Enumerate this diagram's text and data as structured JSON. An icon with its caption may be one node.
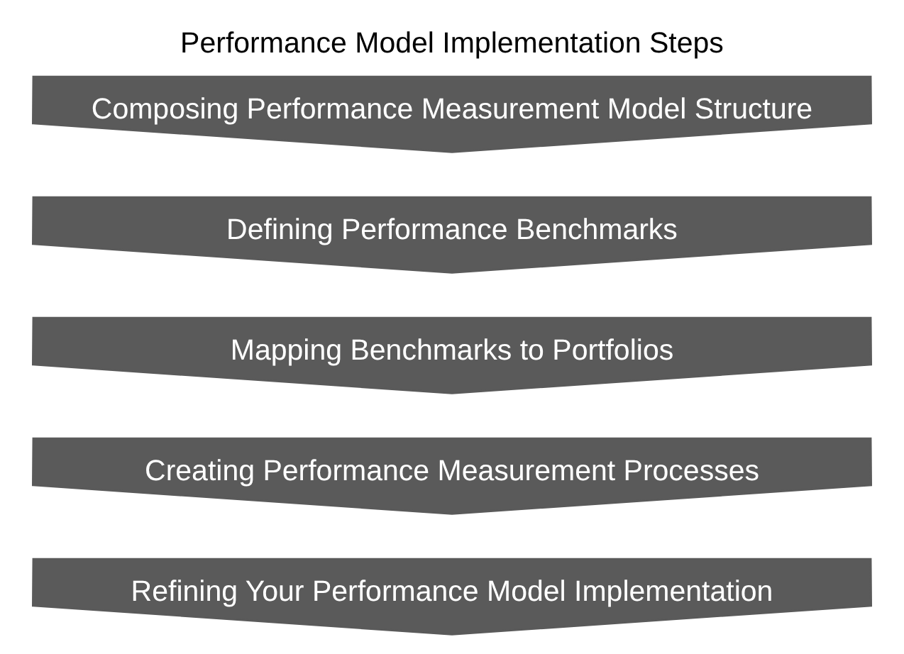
{
  "diagram": {
    "title": "Performance Model Implementation Steps",
    "nodes": [
      {
        "text": [
          "Composing Performance Measurement Model Structure"
        ]
      },
      {
        "text": [
          "Defining Performance Benchmarks"
        ]
      },
      {
        "text": [
          "Mapping Benchmarks to Portfolios"
        ]
      },
      {
        "text": [
          "Creating Performance Measurement Processes"
        ]
      },
      {
        "text": [
          "Refining Your Performance Model Implementation"
        ]
      }
    ]
  }
}
